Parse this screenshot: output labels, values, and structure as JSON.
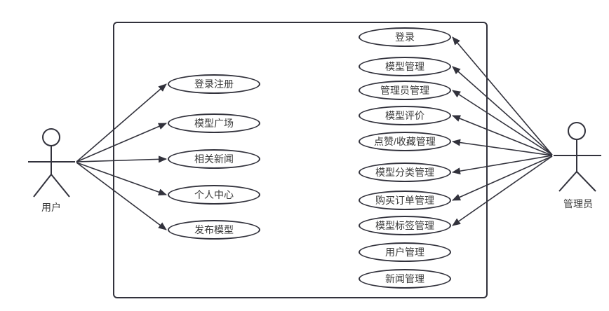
{
  "diagram": {
    "type": "uml-use-case",
    "colors": {
      "stroke": "#32323c",
      "text": "#3a3a3a",
      "background": "#ffffff"
    },
    "actors": {
      "user": {
        "label": "用户"
      },
      "admin": {
        "label": "管理员"
      }
    },
    "user_use_cases": [
      {
        "label": "登录注册"
      },
      {
        "label": "模型广场"
      },
      {
        "label": "相关新闻"
      },
      {
        "label": "个人中心"
      },
      {
        "label": "发布模型"
      }
    ],
    "admin_use_cases": [
      {
        "label": "登录"
      },
      {
        "label": "模型管理"
      },
      {
        "label": "管理员管理"
      },
      {
        "label": "模型评价"
      },
      {
        "label": "点赞/收藏管理"
      },
      {
        "label": "模型分类管理"
      },
      {
        "label": "购买订单管理"
      },
      {
        "label": "模型标签管理"
      },
      {
        "label": "用户管理"
      },
      {
        "label": "新闻管理"
      }
    ],
    "user_links": [
      "登录注册",
      "模型广场",
      "相关新闻",
      "个人中心",
      "发布模型"
    ],
    "admin_links": [
      "登录",
      "模型管理",
      "管理员管理",
      "模型评价",
      "点赞/收藏管理",
      "模型分类管理",
      "购买订单管理",
      "模型标签管理"
    ]
  }
}
